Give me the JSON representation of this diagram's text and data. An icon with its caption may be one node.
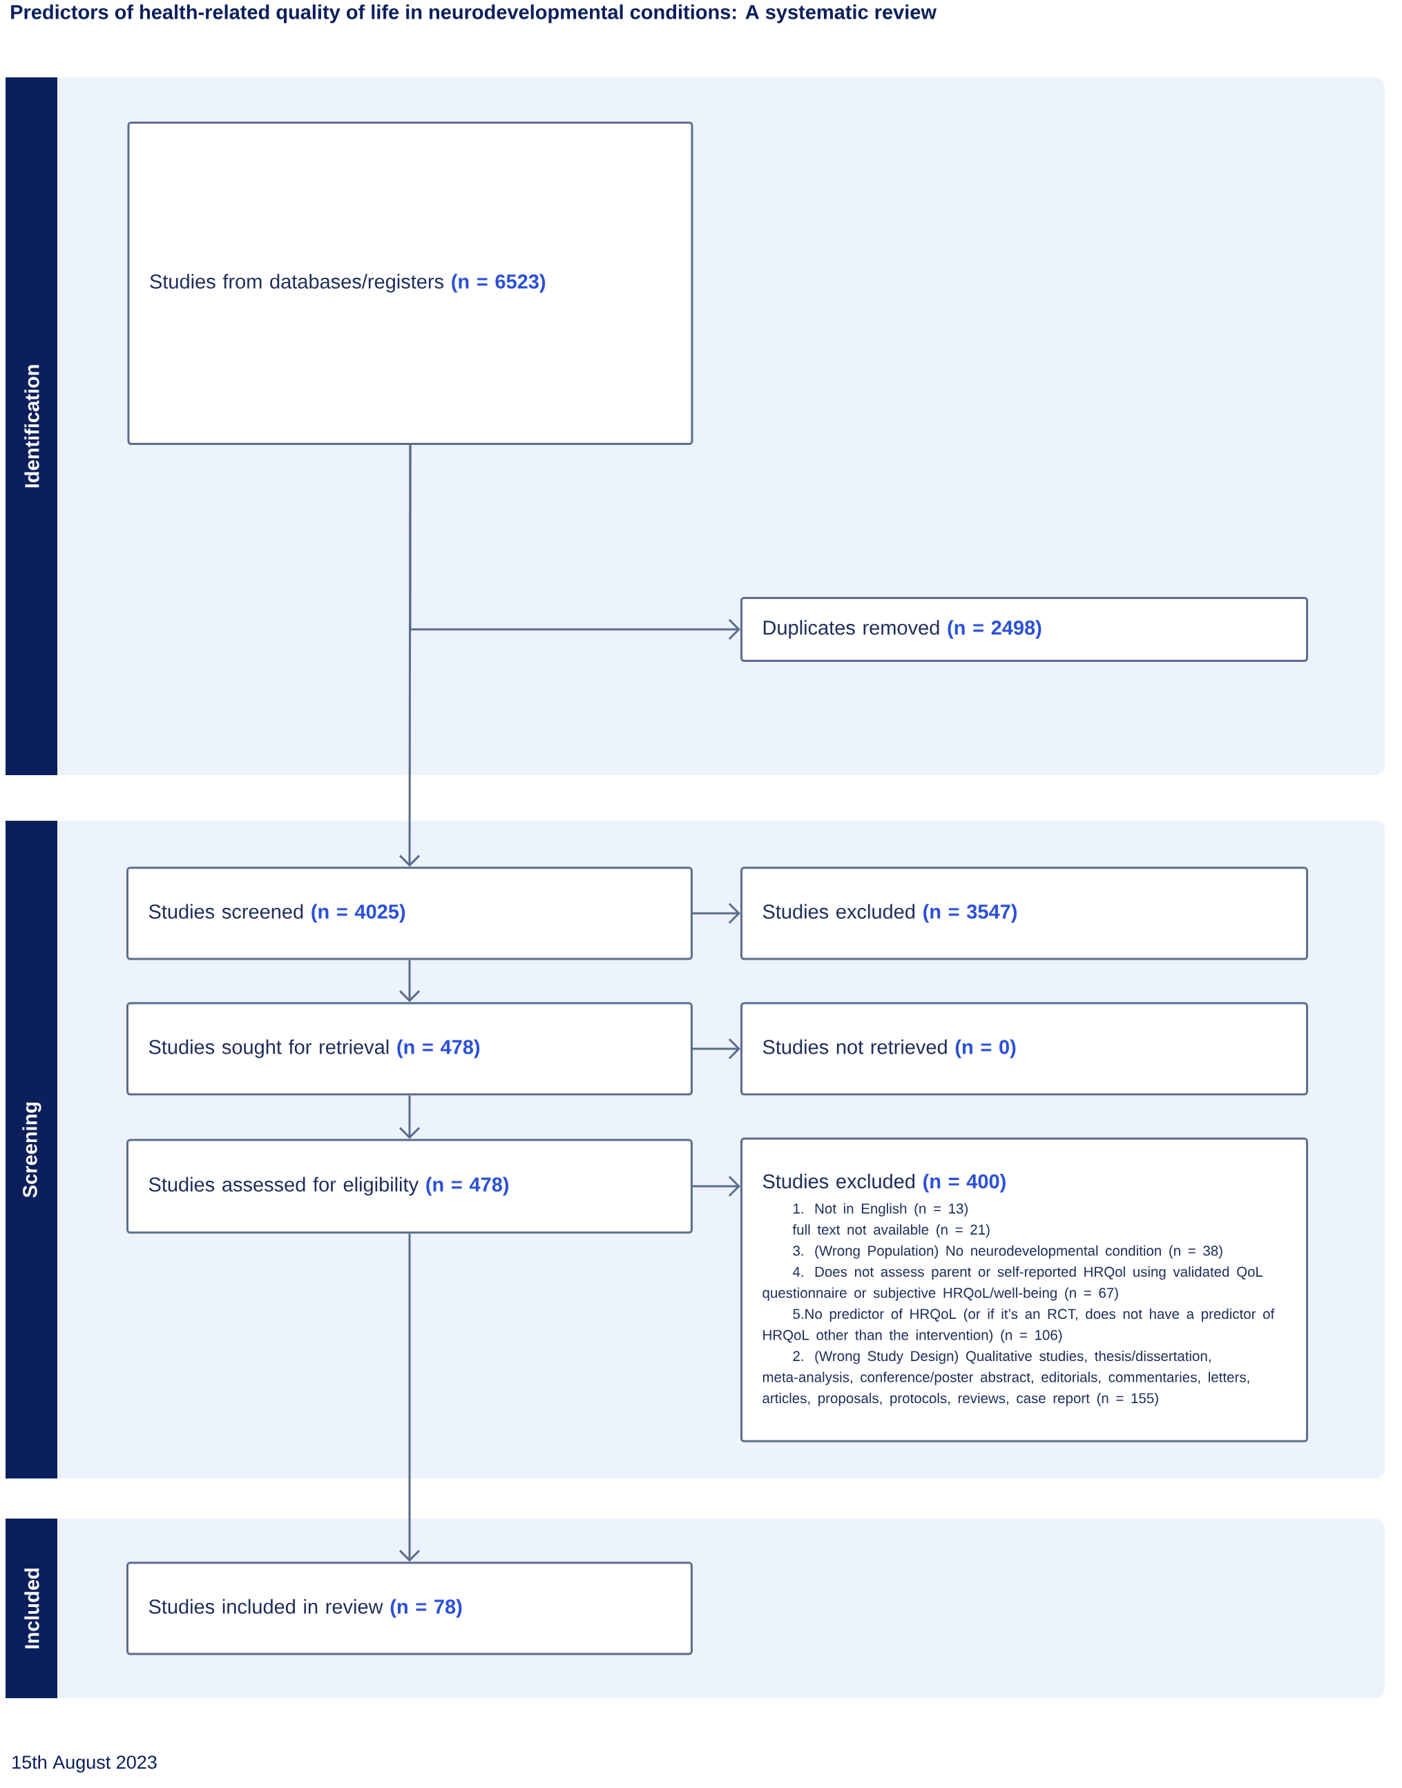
{
  "diagram": {
    "title": "Predictors of health-related quality of life in neurodevelopmental conditions: A systematic review",
    "nodes": [
      {
        "text": [
          "Identification"
        ]
      },
      {
        "text": [
          "Studies from databases/registers **(n = 6523)**"
        ],
        "in": 0
      },
      {
        "text": [
          "Duplicates removed **(n = 2498)**"
        ],
        "in": 0
      },
      {
        "text": [
          "Screening"
        ]
      },
      {
        "text": [
          "Studies screened **(n = 4025)**"
        ],
        "in": 3
      },
      {
        "text": [
          "Studies excluded **(n = 3547)**"
        ],
        "in": 3
      },
      {
        "text": [
          "Studies sought for retrieval **(n = 478)**"
        ],
        "in": 3
      },
      {
        "text": [
          "Studies not retrieved **(n = 0)**"
        ],
        "in": 3
      },
      {
        "text": [
          "Studies assessed for eligibility **(n = 478)**"
        ],
        "in": 3
      },
      {
        "text": [
          "Studies excluded **(n = 400)**",
          "1. Not in English (n = 13)",
          "full text not available (n = 21)",
          "3. (Wrong Population) No neurodevelopmental condition (n = 38)",
          "4. Does not assess parent or self-reported HRQol using validated QoL questionnaire or subjective HRQoL/well-being (n = 67)",
          "5.No predictor of HRQoL (or if it’s an RCT, does not have a predictor of HRQoL other than the intervention) (n = 106)",
          "2. (Wrong Study Design) Qualitative studies, thesis/dissertation, meta-analysis, conference/poster abstract, editorials, commentaries, letters, articles, proposals, protocols, reviews, case report (n = 155)"
        ],
        "in": 3
      },
      {
        "text": [
          "Included"
        ]
      },
      {
        "text": [
          "Studies included in review **(n = 78)**"
        ],
        "in": 10
      }
    ],
    "edges": [
      {
        "from": 1,
        "to": 2,
        "arrow": "to"
      },
      {
        "from": 1,
        "to": 4,
        "arrow": "to"
      },
      {
        "from": 4,
        "to": 5,
        "arrow": "to"
      },
      {
        "from": 4,
        "to": 6,
        "arrow": "to"
      },
      {
        "from": 6,
        "to": 7,
        "arrow": "to"
      },
      {
        "from": 6,
        "to": 8,
        "arrow": "to"
      },
      {
        "from": 8,
        "to": 9,
        "arrow": "to"
      },
      {
        "from": 8,
        "to": 11,
        "arrow": "to"
      }
    ],
    "labels": [
      "15th August 2023"
    ]
  }
}
